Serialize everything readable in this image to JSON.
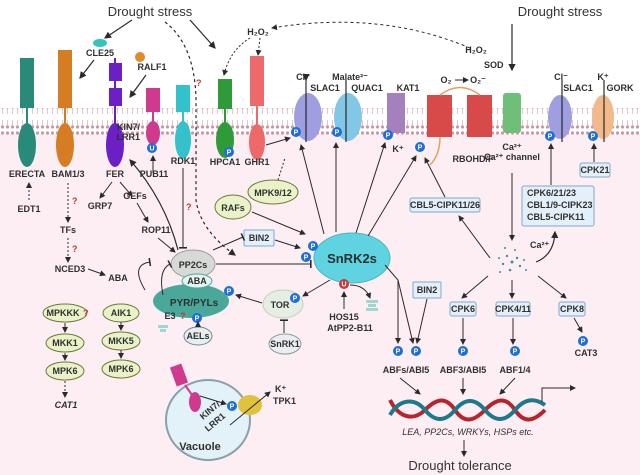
{
  "title_left": "Drought stress",
  "title_right": "Drought stress",
  "footer": "Drought tolerance",
  "gene_line": "LEA, PP2Cs, WRKYs, HSPs etc.",
  "receptors": {
    "erecta": "ERECTA",
    "bam": "BAM1/3",
    "fer": "FER",
    "pub11": "PUB11",
    "kin7": "KIN7/",
    "lrr1": "LRR1",
    "rdk1": "RDK1",
    "hpca1": "HPCA1",
    "ghr1": "GHR1"
  },
  "ligands": {
    "cle25": "CLE25",
    "ralf1": "RALF1",
    "h2o2_left": "H₂O₂",
    "h2o2_right": "H₂O₂"
  },
  "channels": {
    "slac1": "SLAC1",
    "quac1": "QUAC1",
    "kat1": "KAT1",
    "rboh": "RBOHD/F",
    "ca_channel": "Ca²⁺ channel",
    "slac1_right": "SLAC1",
    "gork": "GORK",
    "cl": "Cl⁻",
    "malate": "Malate²⁻",
    "k_kat1": "K⁺",
    "ca": "Ca²⁺",
    "cl_right": "Cl⁻",
    "k_gork": "K⁺",
    "o2": "O₂",
    "o2_minus": "O₂⁻",
    "sod": "SOD"
  },
  "nodes": {
    "edt1": "EDT1",
    "tfs": "TFs",
    "nced3": "NCED3",
    "aba_left": "ABA",
    "grp7": "GRP7",
    "gefs": "GEFs",
    "rop11": "ROP11",
    "pp2cs": "PP2Cs",
    "aba": "ABA",
    "pyr": "PYR/PYLs",
    "e3": "E3",
    "aels": "AELs",
    "bin2": "BIN2",
    "bin2_right": "BIN2",
    "snrk2s": "SnRK2s",
    "tor": "TOR",
    "snrk1": "SnRK1",
    "rafs": "RAFs",
    "mpk912": "MPK9/12",
    "hos15": "HOS15",
    "atpp2": "AtPP2-B11",
    "mapk1": [
      "MPKKK",
      "MKK1",
      "MPK6"
    ],
    "cat1": "CAT1",
    "mapk2": [
      "AIK1",
      "MKK5",
      "MPK6"
    ],
    "cbl5_26": "CBL5-CIPK11/26",
    "cpk21": "CPK21",
    "cpk_stack": [
      "CPK6/21/23",
      "CBL1/9-CIPK23",
      "CBL5-CIPK11"
    ],
    "ca_cyto": "Ca²⁺",
    "cpk6": "CPK6",
    "cpk411": "CPK4/11",
    "cpk8": "CPK8",
    "abfs": "ABFs/ABI5",
    "abf3": "ABF3/ABI5",
    "abf14": "ABF1/4",
    "cat3": "CAT3",
    "vacuole": "Vacuole",
    "tpk1": "TPK1",
    "k_tpk1": "K⁺",
    "v_kin7": "KIN7/",
    "v_lrr1": "LRR1"
  },
  "badges": {
    "p": "P",
    "u": "U",
    "q": "?"
  },
  "colors": {
    "cytoplasm": "#fdeef3",
    "membrane": "#c9a4ad",
    "p_badge": "#1d6fd6",
    "u_badge": "#c23a3a",
    "snrk2": "#5fd3e0",
    "pyr": "#4aa89a",
    "dna_red": "#b8242d",
    "dna_teal": "#1c7a8c"
  }
}
